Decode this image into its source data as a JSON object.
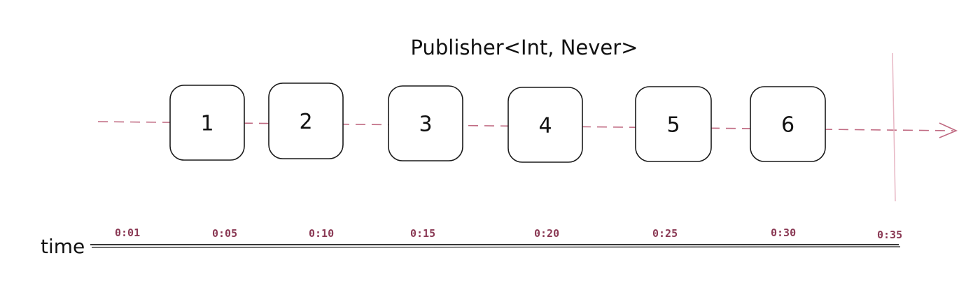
{
  "diagram": {
    "title": "Publisher<Int, Never>",
    "events": [
      "1",
      "2",
      "3",
      "4",
      "5",
      "6"
    ],
    "timeline": {
      "label": "time",
      "ticks": [
        "0:01",
        "0:05",
        "0:10",
        "0:15",
        "0:20",
        "0:25",
        "0:30",
        "0:35"
      ]
    },
    "colors": {
      "stream": "#c06a82",
      "tick_text": "#8b3a55",
      "box_stroke": "#1a1a1a",
      "completion_line": "#e7b7c4",
      "axis": "#1a1a1a"
    }
  }
}
